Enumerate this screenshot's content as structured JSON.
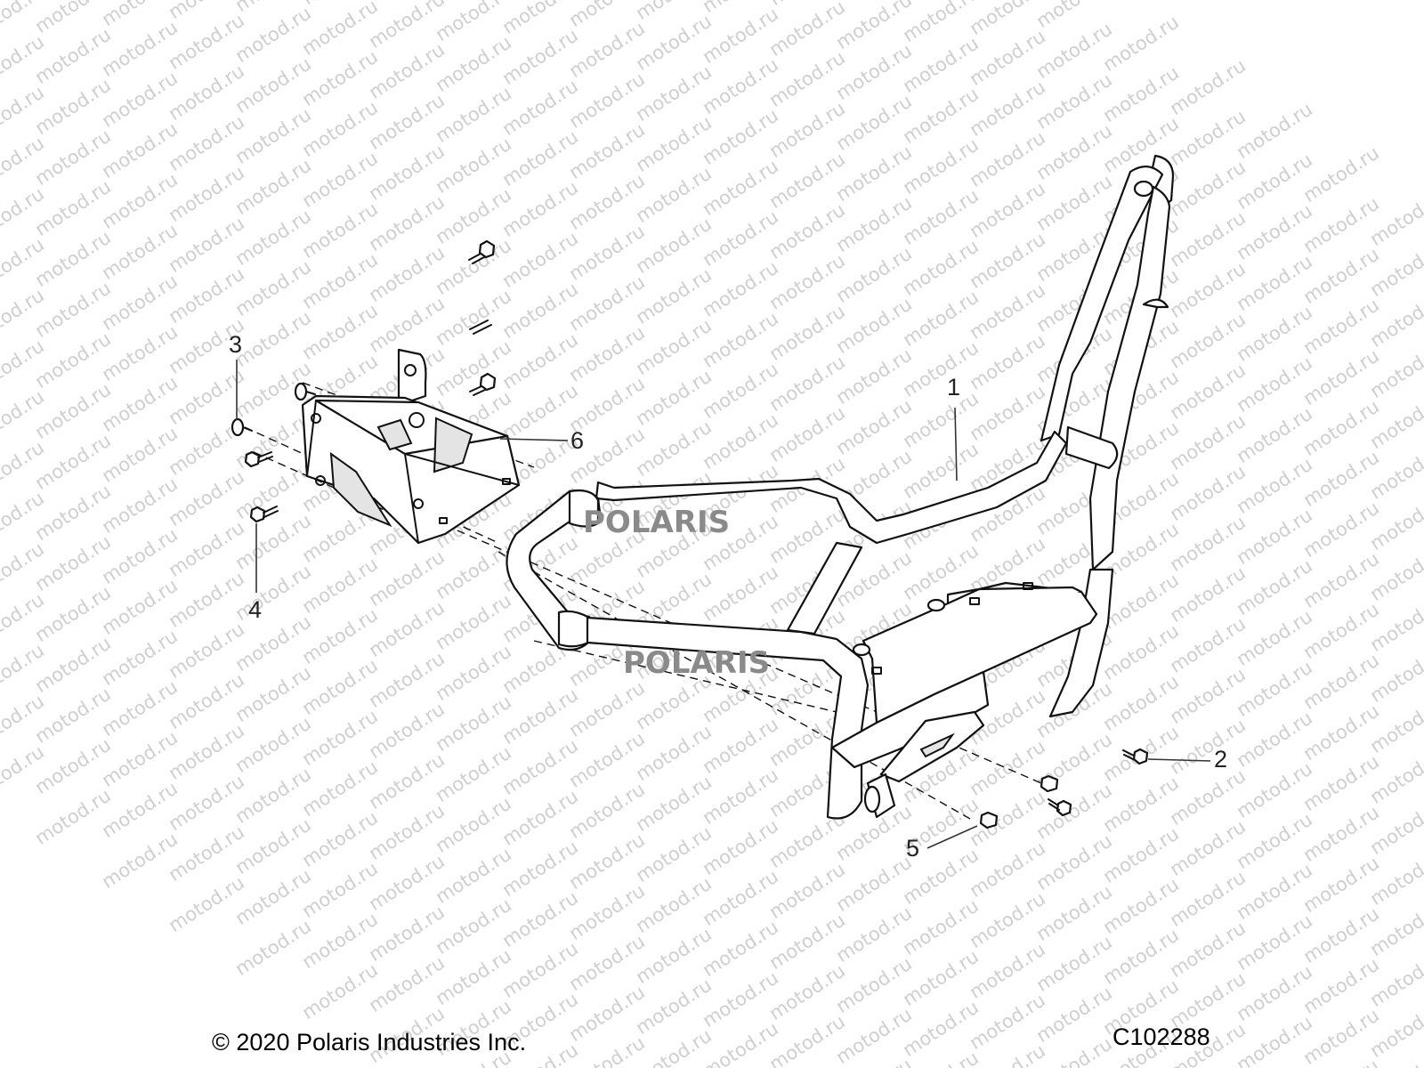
{
  "watermark": {
    "text": "motod.ru"
  },
  "callouts": [
    {
      "id": "1",
      "label": "1"
    },
    {
      "id": "2",
      "label": "2"
    },
    {
      "id": "3",
      "label": "3"
    },
    {
      "id": "4",
      "label": "4"
    },
    {
      "id": "5",
      "label": "5"
    },
    {
      "id": "6",
      "label": "6"
    }
  ],
  "tube_logo": "POLARIS",
  "footer": {
    "copyright": "© 2020 Polaris Industries Inc.",
    "diagram_code": "C102288"
  }
}
